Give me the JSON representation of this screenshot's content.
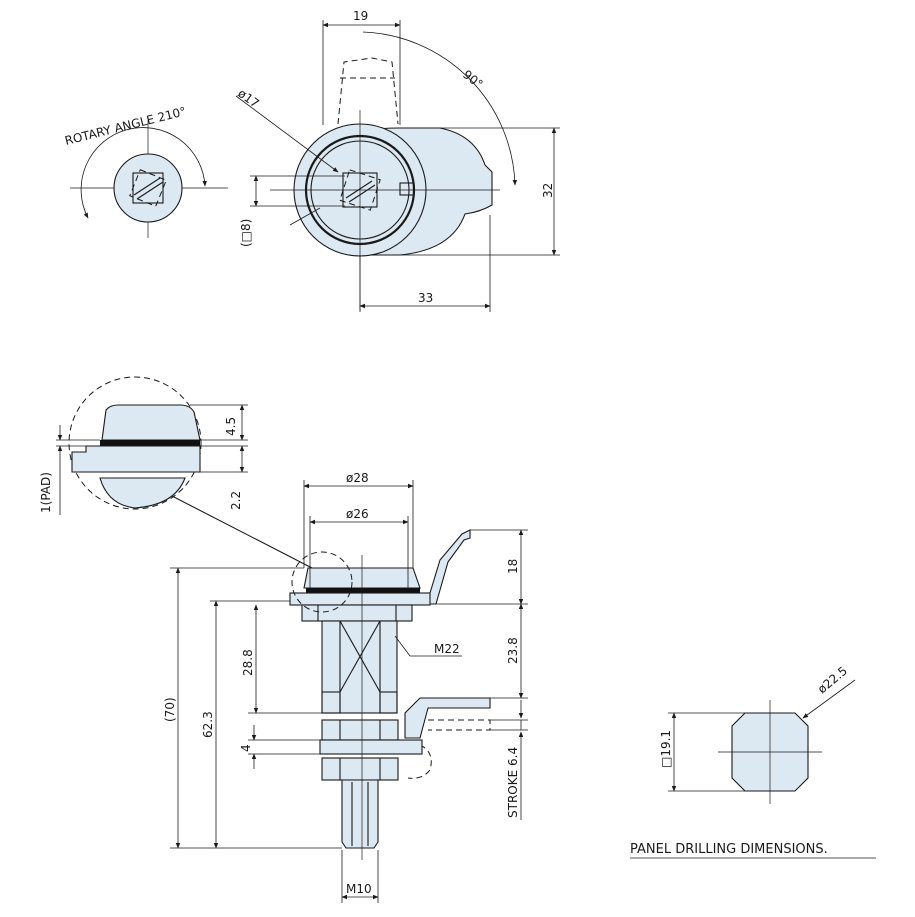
{
  "labels": {
    "rotary_angle": "ROTARY ANGLE 210°",
    "top_width": "19",
    "angle_90": "90°",
    "dia_17": "ø17",
    "height_32": "32",
    "square_8": "(□8)",
    "length_33": "33",
    "pad_detail_45": "4.5",
    "pad_detail_22": "2.2",
    "pad_1": "1(PAD)",
    "dia_28": "ø28",
    "dia_26": "ø26",
    "dim_18": "18",
    "dim_238": "23.8",
    "thread_m22": "M22",
    "dim_288": "28.8",
    "overall_70": "(70)",
    "dim_623": "62.3",
    "dim_4": "4",
    "stroke": "STROKE 6.4",
    "thread_m10": "M10",
    "panel_dia": "ø22.5",
    "panel_sq": "□19.1",
    "panel_title": "PANEL DRILLING DIMENSIONS."
  }
}
